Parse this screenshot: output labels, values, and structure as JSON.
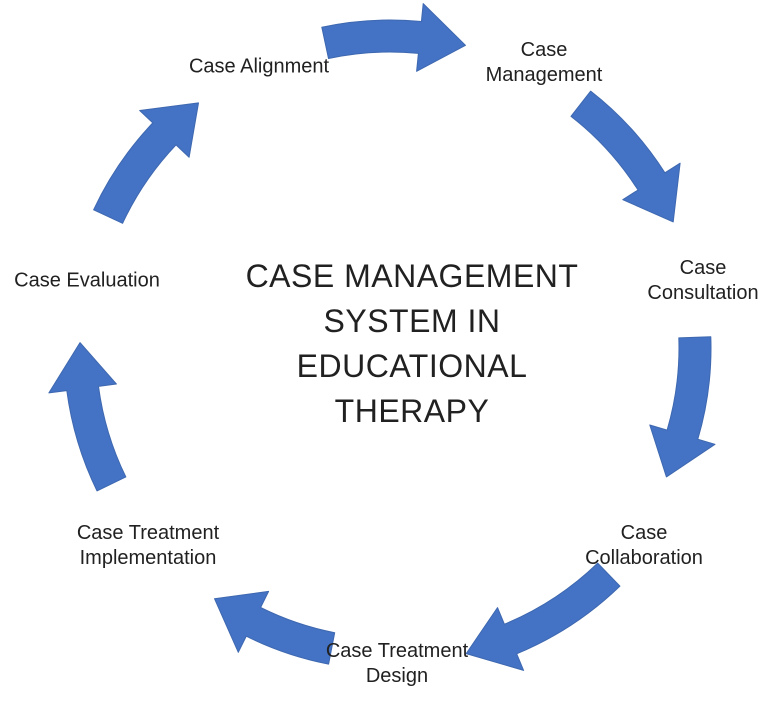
{
  "title": {
    "text": "CASE MANAGEMENT\nSYSTEM IN\nEDUCATIONAL\nTHERAPY"
  },
  "cycle": {
    "steps": [
      {
        "id": "case-management",
        "label": "Case\nManagement"
      },
      {
        "id": "case-consultation",
        "label": "Case\nConsultation"
      },
      {
        "id": "case-collaboration",
        "label": "Case\nCollaboration"
      },
      {
        "id": "case-treatment-design",
        "label": "Case Treatment\nDesign"
      },
      {
        "id": "case-treatment-implementation",
        "label": "Case Treatment\nImplementation"
      },
      {
        "id": "case-evaluation",
        "label": "Case Evaluation"
      },
      {
        "id": "case-alignment",
        "label": "Case Alignment"
      }
    ],
    "arrows": [
      {
        "from": "case-alignment",
        "to": "case-management"
      },
      {
        "from": "case-management",
        "to": "case-consultation"
      },
      {
        "from": "case-consultation",
        "to": "case-collaboration"
      },
      {
        "from": "case-collaboration",
        "to": "case-treatment-design"
      },
      {
        "from": "case-treatment-design",
        "to": "case-treatment-implementation"
      },
      {
        "from": "case-treatment-implementation",
        "to": "case-evaluation"
      },
      {
        "from": "case-evaluation",
        "to": "case-alignment"
      }
    ]
  },
  "colors": {
    "arrow_fill": "#4472C4",
    "arrow_outline": "#3E68B0",
    "text": "#212121",
    "background": "#FFFFFF"
  }
}
